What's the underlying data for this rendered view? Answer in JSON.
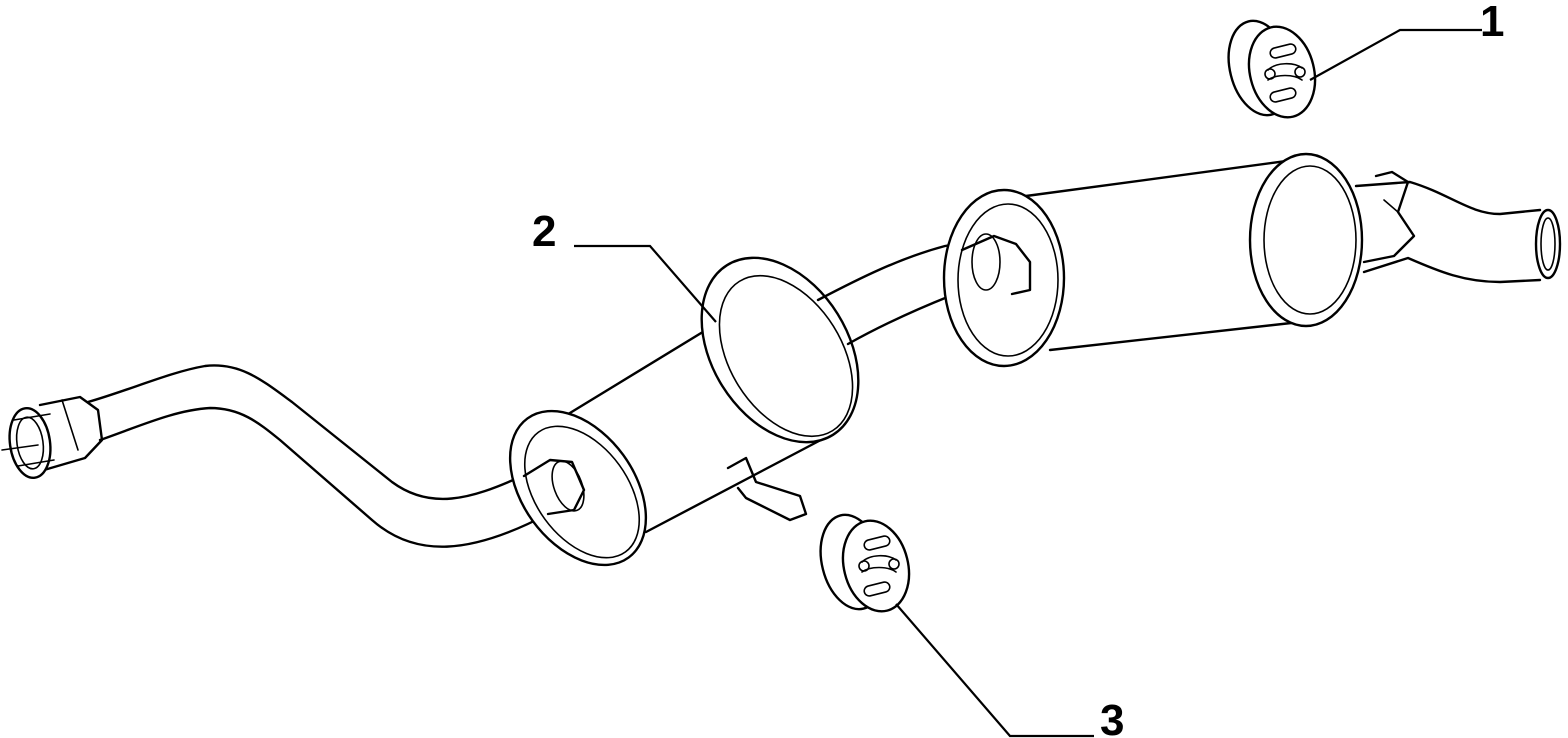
{
  "callouts": [
    {
      "id": "1",
      "label": "1",
      "part": "rubber-hanger-upper"
    },
    {
      "id": "2",
      "label": "2",
      "part": "exhaust-silencer-assembly"
    },
    {
      "id": "3",
      "label": "3",
      "part": "rubber-hanger-lower"
    }
  ],
  "colors": {
    "line": "#000000",
    "background": "#ffffff"
  }
}
